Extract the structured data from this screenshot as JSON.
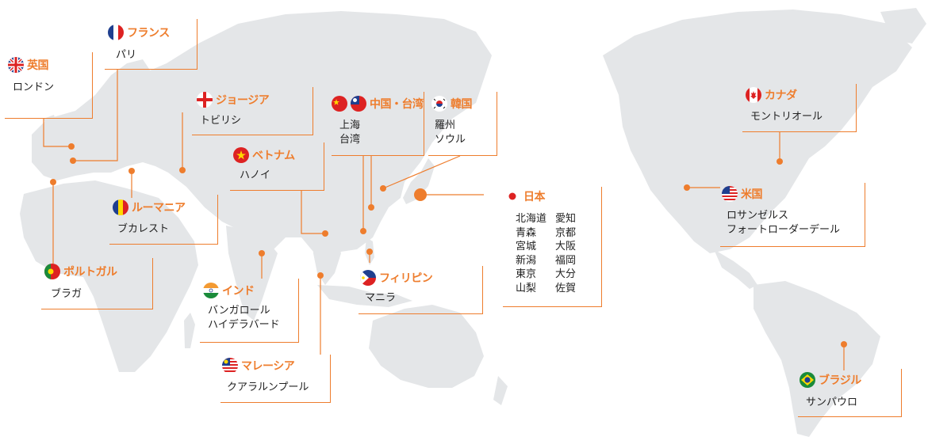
{
  "accent_color": "#ee7d2d",
  "land_color": "#e4e6e8",
  "locations": [
    {
      "id": "uk",
      "name": "英国",
      "flag_icon": "uk-flag-icon",
      "cities": [
        "ロンドン"
      ]
    },
    {
      "id": "france",
      "name": "フランス",
      "flag_icon": "france-flag-icon",
      "cities": [
        "パリ"
      ]
    },
    {
      "id": "georgia",
      "name": "ジョージア",
      "flag_icon": "georgia-flag-icon",
      "cities": [
        "トビリシ"
      ]
    },
    {
      "id": "vietnam",
      "name": "ベトナム",
      "flag_icon": "vietnam-flag-icon",
      "cities": [
        "ハノイ"
      ]
    },
    {
      "id": "china",
      "name": "中国・台湾",
      "flag_icon": "china-taiwan-flag-icon",
      "cities": [
        "上海",
        "台湾"
      ]
    },
    {
      "id": "korea",
      "name": "韓国",
      "flag_icon": "korea-flag-icon",
      "cities": [
        "羅州",
        "ソウル"
      ]
    },
    {
      "id": "romania",
      "name": "ルーマニア",
      "flag_icon": "romania-flag-icon",
      "cities": [
        "ブカレスト"
      ]
    },
    {
      "id": "portugal",
      "name": "ポルトガル",
      "flag_icon": "portugal-flag-icon",
      "cities": [
        "ブラガ"
      ]
    },
    {
      "id": "india",
      "name": "インド",
      "flag_icon": "india-flag-icon",
      "cities": [
        "バンガロール",
        "ハイデラバード"
      ]
    },
    {
      "id": "malaysia",
      "name": "マレーシア",
      "flag_icon": "malaysia-flag-icon",
      "cities": [
        "クアラルンプール"
      ]
    },
    {
      "id": "philippines",
      "name": "フィリピン",
      "flag_icon": "philippines-flag-icon",
      "cities": [
        "マニラ"
      ]
    },
    {
      "id": "japan",
      "name": "日本",
      "flag_icon": "japan-flag-icon",
      "cities": [
        "北海道",
        "愛知",
        "青森",
        "京都",
        "宮城",
        "大阪",
        "新潟",
        "福岡",
        "東京",
        "大分",
        "山梨",
        "佐賀"
      ]
    },
    {
      "id": "canada",
      "name": "カナダ",
      "flag_icon": "canada-flag-icon",
      "cities": [
        "モントリオール"
      ]
    },
    {
      "id": "usa",
      "name": "米国",
      "flag_icon": "usa-flag-icon",
      "cities": [
        "ロサンゼルス",
        "フォートローダーデール"
      ]
    },
    {
      "id": "brazil",
      "name": "ブラジル",
      "flag_icon": "brazil-flag-icon",
      "cities": [
        "サンパウロ"
      ]
    }
  ]
}
